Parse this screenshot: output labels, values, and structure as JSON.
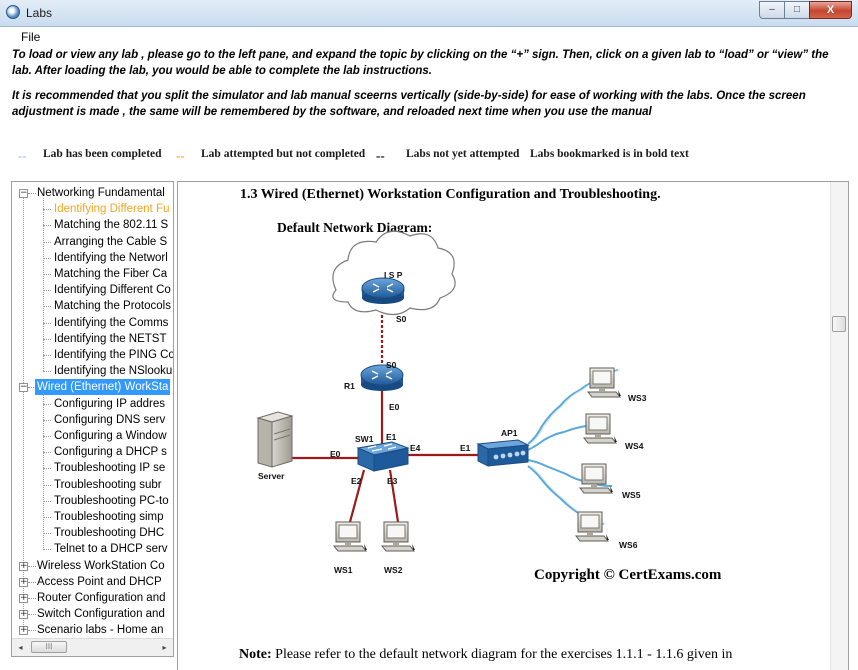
{
  "window": {
    "title": "Labs",
    "minimize": "–",
    "maximize": "□",
    "close": "X"
  },
  "menu": {
    "file": "File"
  },
  "instructions": {
    "line1": "To load or view any lab , please go to the left pane, and expand the topic by clicking on the “+” sign. Then, click on a given lab to “load” or “view” the lab.  After loading the lab, you would be able to complete the lab instructions.",
    "line2": "It is recommended that you split the simulator and lab manual sceerns vertically (side-by-side) for ease of working with the labs. Once the screen adjustment is made , the same will be remembered by the software, and reloaded next time when you use the manual"
  },
  "legend": {
    "completed": {
      "dash": "--",
      "label": "Lab has been completed",
      "color": "#9cc3e6"
    },
    "attempted": {
      "dash": "--",
      "label": "Lab attempted but not completed",
      "color": "#f4a524"
    },
    "not_attempted": {
      "dash": "--",
      "label": "Labs not yet  attempted",
      "color": "#000000"
    },
    "bookmarked": {
      "label": "Labs bookmarked is in bold text"
    }
  },
  "tree": {
    "groups": [
      {
        "label": "Networking Fundamental",
        "expanded": true,
        "expander": "−",
        "children": [
          {
            "label": "Identifying Different Fu",
            "state": "attempted"
          },
          {
            "label": "Matching the 802.11 S",
            "state": "not_attempted"
          },
          {
            "label": "Arranging the Cable S",
            "state": "not_attempted"
          },
          {
            "label": "Identifying the Networl",
            "state": "not_attempted"
          },
          {
            "label": "Matching the Fiber Ca",
            "state": "not_attempted"
          },
          {
            "label": "Identifying Different Co",
            "state": "not_attempted"
          },
          {
            "label": "Matching the Protocols",
            "state": "not_attempted"
          },
          {
            "label": "Identifying the Comms",
            "state": "not_attempted"
          },
          {
            "label": "Identifying the NETST",
            "state": "not_attempted"
          },
          {
            "label": "Identifying the PING Co",
            "state": "not_attempted"
          },
          {
            "label": "Identifying the NSlooku",
            "state": "not_attempted"
          }
        ]
      },
      {
        "label": "Wired (Ethernet) WorkSta",
        "expanded": true,
        "selected": true,
        "expander": "−",
        "children": [
          {
            "label": "Configuring IP addres",
            "state": "not_attempted"
          },
          {
            "label": "Configuring DNS serv",
            "state": "not_attempted"
          },
          {
            "label": "Configuring a Window",
            "state": "not_attempted"
          },
          {
            "label": "Configuring a DHCP s",
            "state": "not_attempted"
          },
          {
            "label": "Troubleshooting IP se",
            "state": "not_attempted"
          },
          {
            "label": "Troubleshooting subr",
            "state": "not_attempted"
          },
          {
            "label": "Troubleshooting PC-to",
            "state": "not_attempted"
          },
          {
            "label": "Troubleshooting simp",
            "state": "not_attempted"
          },
          {
            "label": "Troubleshooting DHC",
            "state": "not_attempted"
          },
          {
            "label": "Telnet to a DHCP serv",
            "state": "not_attempted"
          }
        ]
      },
      {
        "label": "Wireless WorkStation Co",
        "expanded": false,
        "expander": "+"
      },
      {
        "label": "Access Point and DHCP",
        "expanded": false,
        "expander": "+"
      },
      {
        "label": "Router Configuration and",
        "expanded": false,
        "expander": "+"
      },
      {
        "label": "Switch Configuration and",
        "expanded": false,
        "expander": "+"
      },
      {
        "label": "Scenario labs - Home an",
        "expanded": false,
        "expander": "+"
      }
    ],
    "hscroll": {
      "left": "◂",
      "right": "▸",
      "grip": "III"
    }
  },
  "content": {
    "title": "1.3 Wired (Ethernet) Workstation Configuration and Troubleshooting.",
    "diagram_title": "Default Network Diagram:",
    "diagram_labels": {
      "isp": "I S P",
      "isp_s0": "S0",
      "r1_s0": "S0",
      "r1": "R1",
      "r1_e0": "E0",
      "sw1": "SW1",
      "sw1_e1": "E1",
      "sw1_e4": "E4",
      "sw1_e2": "E2",
      "sw1_e3": "E3",
      "server_e0": "E0",
      "server": "Server",
      "ap1": "AP1",
      "ap1_e1": "E1",
      "ws1": "WS1",
      "ws2": "WS2",
      "ws3": "WS3",
      "ws4": "WS4",
      "ws5": "WS5",
      "ws6": "WS6"
    },
    "copyright": "Copyright © CertExams.com",
    "note_label": "Note:",
    "note_text": "Please refer to the default network diagram for the exercises 1.1.1 - 1.1.6 given in"
  },
  "colors": {
    "selection": "#3399ff",
    "attempted": "#f4a524",
    "cable": "#9b1b1b",
    "device_blue": "#2f6aa6"
  }
}
